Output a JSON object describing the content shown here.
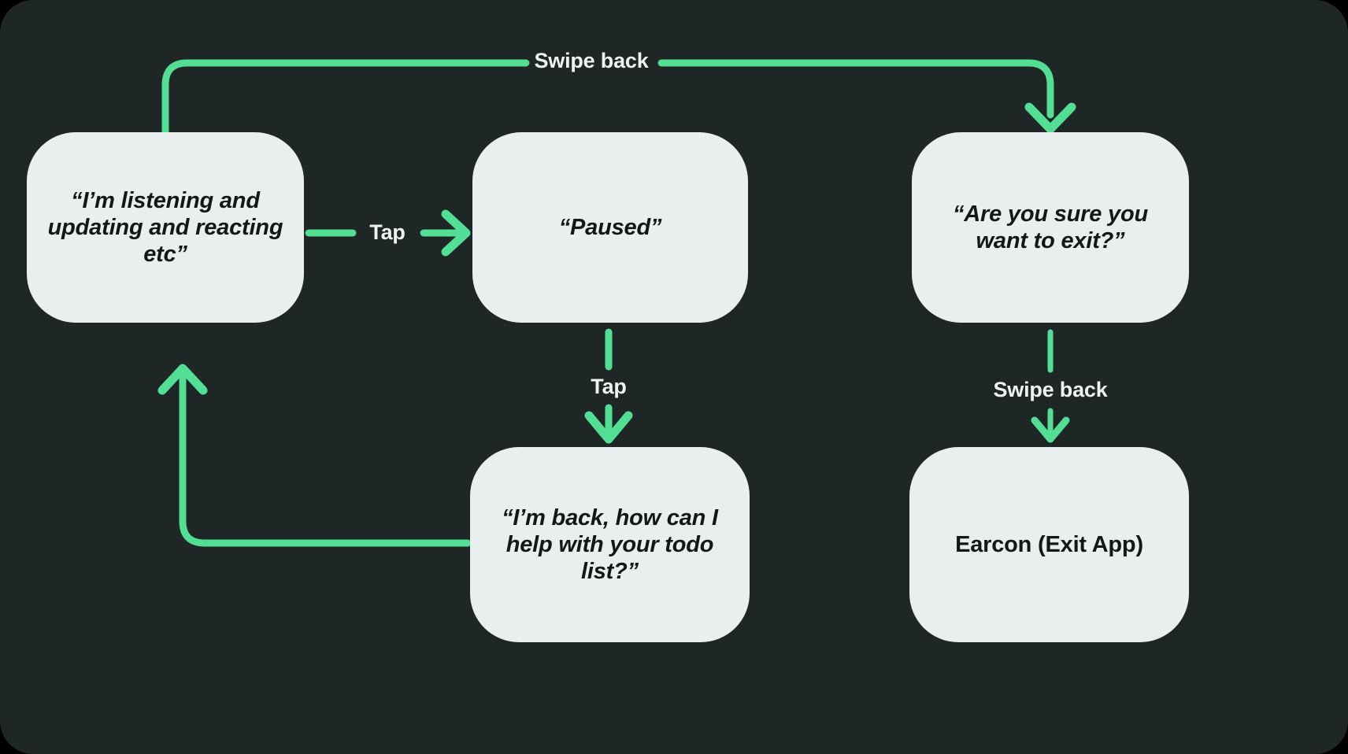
{
  "theme": {
    "background": "#1E2626",
    "node_fill": "#E8EFEE",
    "node_text": "#111818",
    "edge_color": "#52DE95",
    "edge_label_text": "#EDF2F2"
  },
  "diagram": {
    "type": "flowchart",
    "nodes": [
      {
        "id": "listening",
        "label": "“I’m listening and updating and reacting etc”",
        "style": "bold-italic"
      },
      {
        "id": "paused",
        "label": "“Paused”",
        "style": "bold-italic"
      },
      {
        "id": "exit",
        "label": "“Are you sure you want to exit?”",
        "style": "bold-italic"
      },
      {
        "id": "back",
        "label": "“I’m back, how can I help with your todo list?”",
        "style": "bold-italic"
      },
      {
        "id": "earcon",
        "label": "Earcon (Exit App)",
        "style": "bold-upright"
      }
    ],
    "edges": [
      {
        "id": "listening-to-paused",
        "from": "listening",
        "to": "paused",
        "label": "Tap",
        "direction": "right"
      },
      {
        "id": "listening-to-exit",
        "from": "listening",
        "to": "exit",
        "label": "Swipe back",
        "direction": "top-around"
      },
      {
        "id": "paused-to-back",
        "from": "paused",
        "to": "back",
        "label": "Tap",
        "direction": "down"
      },
      {
        "id": "exit-to-earcon",
        "from": "exit",
        "to": "earcon",
        "label": "Swipe back",
        "direction": "down"
      },
      {
        "id": "back-to-listening",
        "from": "back",
        "to": "listening",
        "label": "",
        "direction": "left-around-up"
      }
    ]
  }
}
